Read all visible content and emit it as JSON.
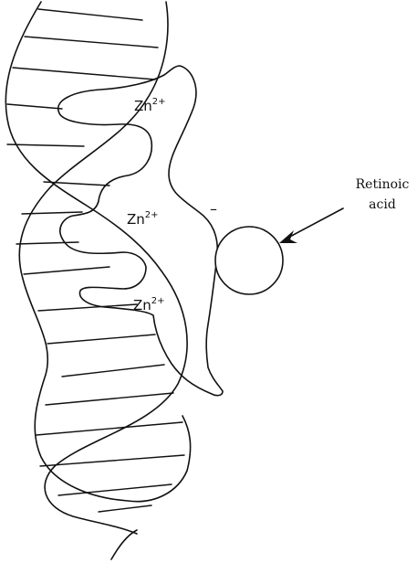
{
  "zinc_labels": [
    {
      "base": "Zn",
      "charge": "2+"
    },
    {
      "base": "Zn",
      "charge": "2+"
    },
    {
      "base": "Zn",
      "charge": "2+"
    }
  ],
  "ligand_label": {
    "line1": "Retinoic",
    "line2": "acid"
  },
  "charge_symbol": "–",
  "colors": {
    "ink": "#111111",
    "background": "#ffffff"
  }
}
